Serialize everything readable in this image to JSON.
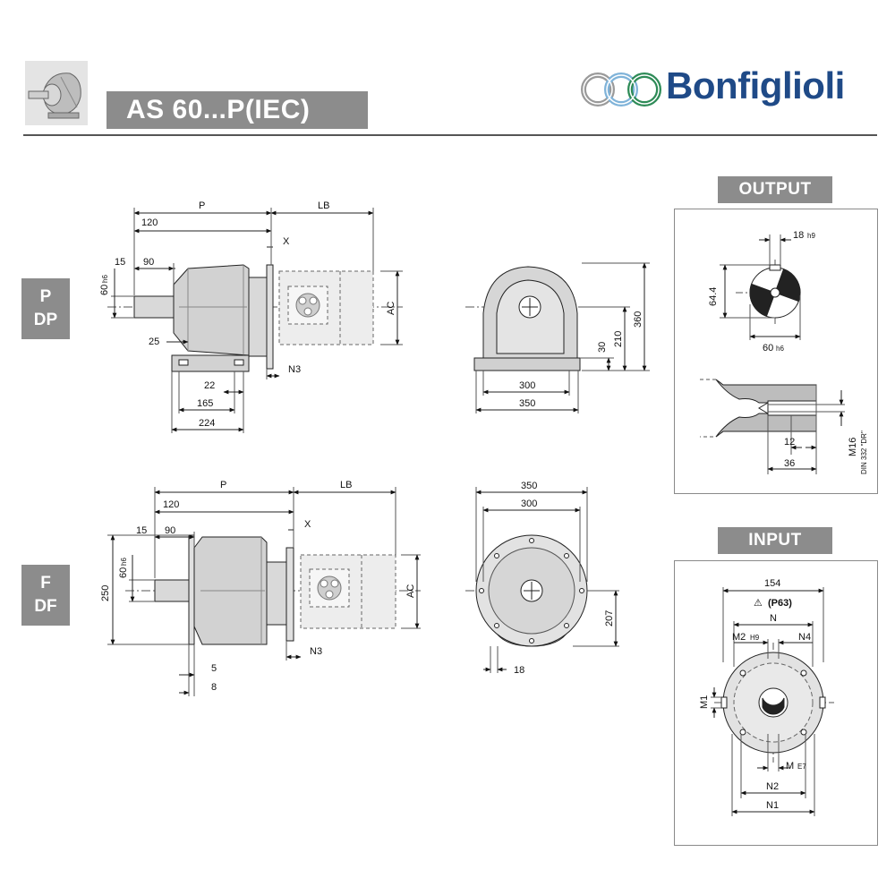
{
  "header": {
    "title": "AS 60...P(IEC)",
    "brand": "Bonfiglioli",
    "colors": {
      "label_bg": "#8c8c8c",
      "brand_blue": "#1f4a87",
      "body_fill": "#d6d6d6",
      "motor_fill": "#e6e6e6"
    }
  },
  "side_labels": {
    "foot": {
      "line1": "P",
      "line2": "DP"
    },
    "flange": {
      "line1": "F",
      "line2": "DF"
    }
  },
  "sections": {
    "output": "OUTPUT",
    "input": "INPUT"
  },
  "dims": {
    "top_side": {
      "p": "P",
      "lb": "LB",
      "d120": "120",
      "x": "X",
      "d15": "15",
      "d90": "90",
      "shaft": "60",
      "shaft_tol": "h6",
      "ac": "AC",
      "d25": "25",
      "n3": "N3",
      "d22": "22",
      "d165": "165",
      "d224": "224"
    },
    "top_front": {
      "d360": "360",
      "d210": "210",
      "d30": "30",
      "d300": "300",
      "d350": "350"
    },
    "bottom_side": {
      "p": "P",
      "lb": "LB",
      "d120": "120",
      "x": "X",
      "d15": "15",
      "d90": "90",
      "shaft": "60",
      "shaft_tol": "h6",
      "d250": "250",
      "ac": "AC",
      "n3": "N3",
      "d5": "5",
      "d8": "8"
    },
    "bottom_front": {
      "d350": "350",
      "d300": "300",
      "d207": "207",
      "d18": "18"
    },
    "output": {
      "key": "18",
      "key_tol": "h9",
      "d644": "64.4",
      "shaft": "60",
      "shaft_tol": "h6",
      "d12": "12",
      "d36": "36",
      "thread": "M16",
      "std": "DIN 332 \"DR\""
    },
    "input": {
      "d154": "154",
      "p63": "(P63)",
      "warn": "⚠",
      "n": "N",
      "m2": "M2",
      "m2_tol": "H9",
      "n4": "N4",
      "m1": "M1",
      "m": "M",
      "m_tol": "E7",
      "n2": "N2",
      "n1": "N1"
    }
  }
}
